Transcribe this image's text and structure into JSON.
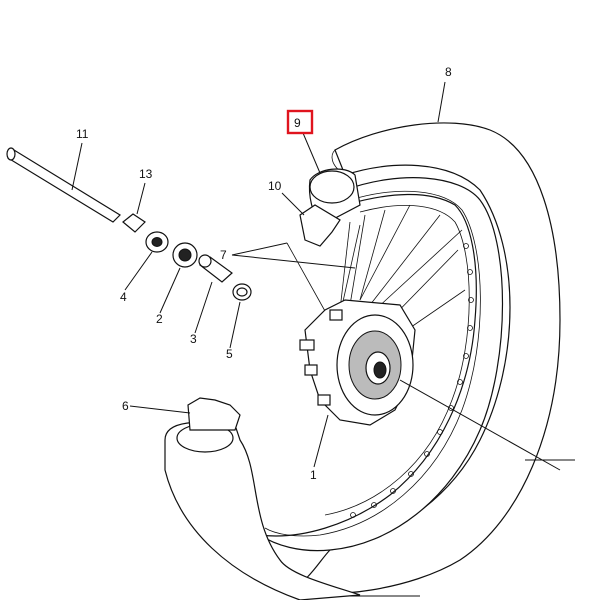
{
  "labels": {
    "p1": "1",
    "p2": "2",
    "p3": "3",
    "p4": "4",
    "p5": "5",
    "p6": "6",
    "p7": "7",
    "p8": "8",
    "p9": "9",
    "p10": "10",
    "p11": "11",
    "p13": "13"
  },
  "highlight": {
    "part": "9",
    "color": "#e0141e"
  }
}
